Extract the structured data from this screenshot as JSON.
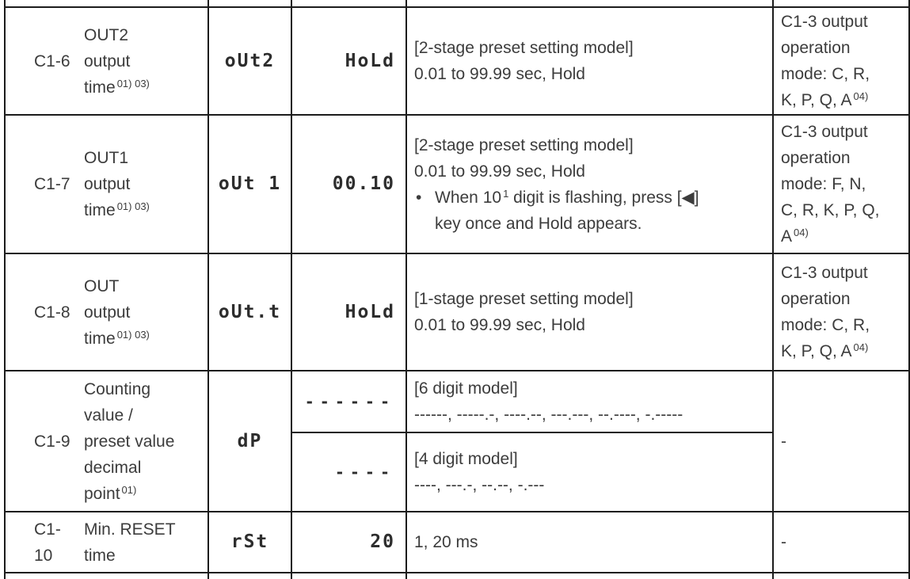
{
  "table": {
    "rows": [
      {
        "id": "C1-6",
        "name_lines": [
          "OUT2",
          "output",
          "time"
        ],
        "name_sup": "01) 03)",
        "code": "oUt2",
        "value": "HoLd",
        "desc_lines": [
          "[2-stage preset setting model]",
          "0.01 to 99.99 sec, Hold"
        ],
        "note_lines": [
          "C1-3 output",
          "operation",
          "mode: C, R,",
          "K, P, Q, A"
        ],
        "note_sup": "04)"
      },
      {
        "id": "C1-7",
        "name_lines": [
          "OUT1",
          "output",
          "time"
        ],
        "name_sup": "01) 03)",
        "code": "oUt 1",
        "value": "00.10",
        "desc_lines": [
          "[2-stage preset setting model]",
          "0.01 to 99.99 sec, Hold"
        ],
        "bullet": {
          "marker": "•",
          "pre": "When 10",
          "sup": "1",
          "post": " digit is flashing, press [◀]",
          "line2": "key once and Hold appears."
        },
        "note_lines": [
          "C1-3 output",
          "operation",
          "mode: F, N,",
          "C, R, K, P, Q,",
          "A"
        ],
        "note_sup": "04)"
      },
      {
        "id": "C1-8",
        "name_lines": [
          "OUT",
          "output",
          "time"
        ],
        "name_sup": "01) 03)",
        "code": "oUt.t",
        "value": "HoLd",
        "desc_lines": [
          "[1-stage preset setting model]",
          "0.01 to 99.99 sec, Hold"
        ],
        "note_lines": [
          "C1-3 output",
          "operation",
          "mode: C, R,",
          "K, P, Q, A"
        ],
        "note_sup": "04)"
      },
      {
        "id": "C1-9",
        "name_lines": [
          "Counting",
          "value /",
          "preset value",
          "decimal",
          "point"
        ],
        "name_sup": "01)",
        "code": "dP",
        "sub_rows": [
          {
            "value": "------",
            "desc_lines": [
              "[6 digit model]",
              "------, -----.-, ----.--, ---.---, --.----, -.-----"
            ]
          },
          {
            "value": "----",
            "desc_lines": [
              "[4 digit model]",
              "----, ---.-, --.--, -.---"
            ]
          }
        ],
        "note": "-"
      },
      {
        "id": "C1-10",
        "name_lines": [
          "Min. RESET",
          "time"
        ],
        "code": "rSt",
        "value": "20",
        "desc_lines": [
          "1, 20 ms"
        ],
        "note": "-"
      }
    ]
  }
}
